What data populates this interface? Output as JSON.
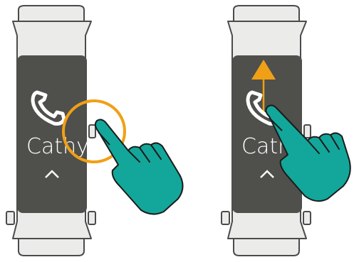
{
  "panels": [
    {
      "caller_name": "Cathy",
      "icons": [
        "phone-icon",
        "chevron-up-icon",
        "hand-tap-icon",
        "highlight-circle"
      ]
    },
    {
      "caller_name": "Cathy",
      "icons": [
        "phone-icon",
        "chevron-up-icon",
        "hand-swipe-icon",
        "up-arrow-icon"
      ]
    }
  ],
  "colors": {
    "band": "#ebebea",
    "band_stroke": "#4b4b4b",
    "screen": "#4f4f4c",
    "accent": "#f0a016",
    "hand": "#12a79a",
    "hand_stroke": "#1b1b1b"
  }
}
